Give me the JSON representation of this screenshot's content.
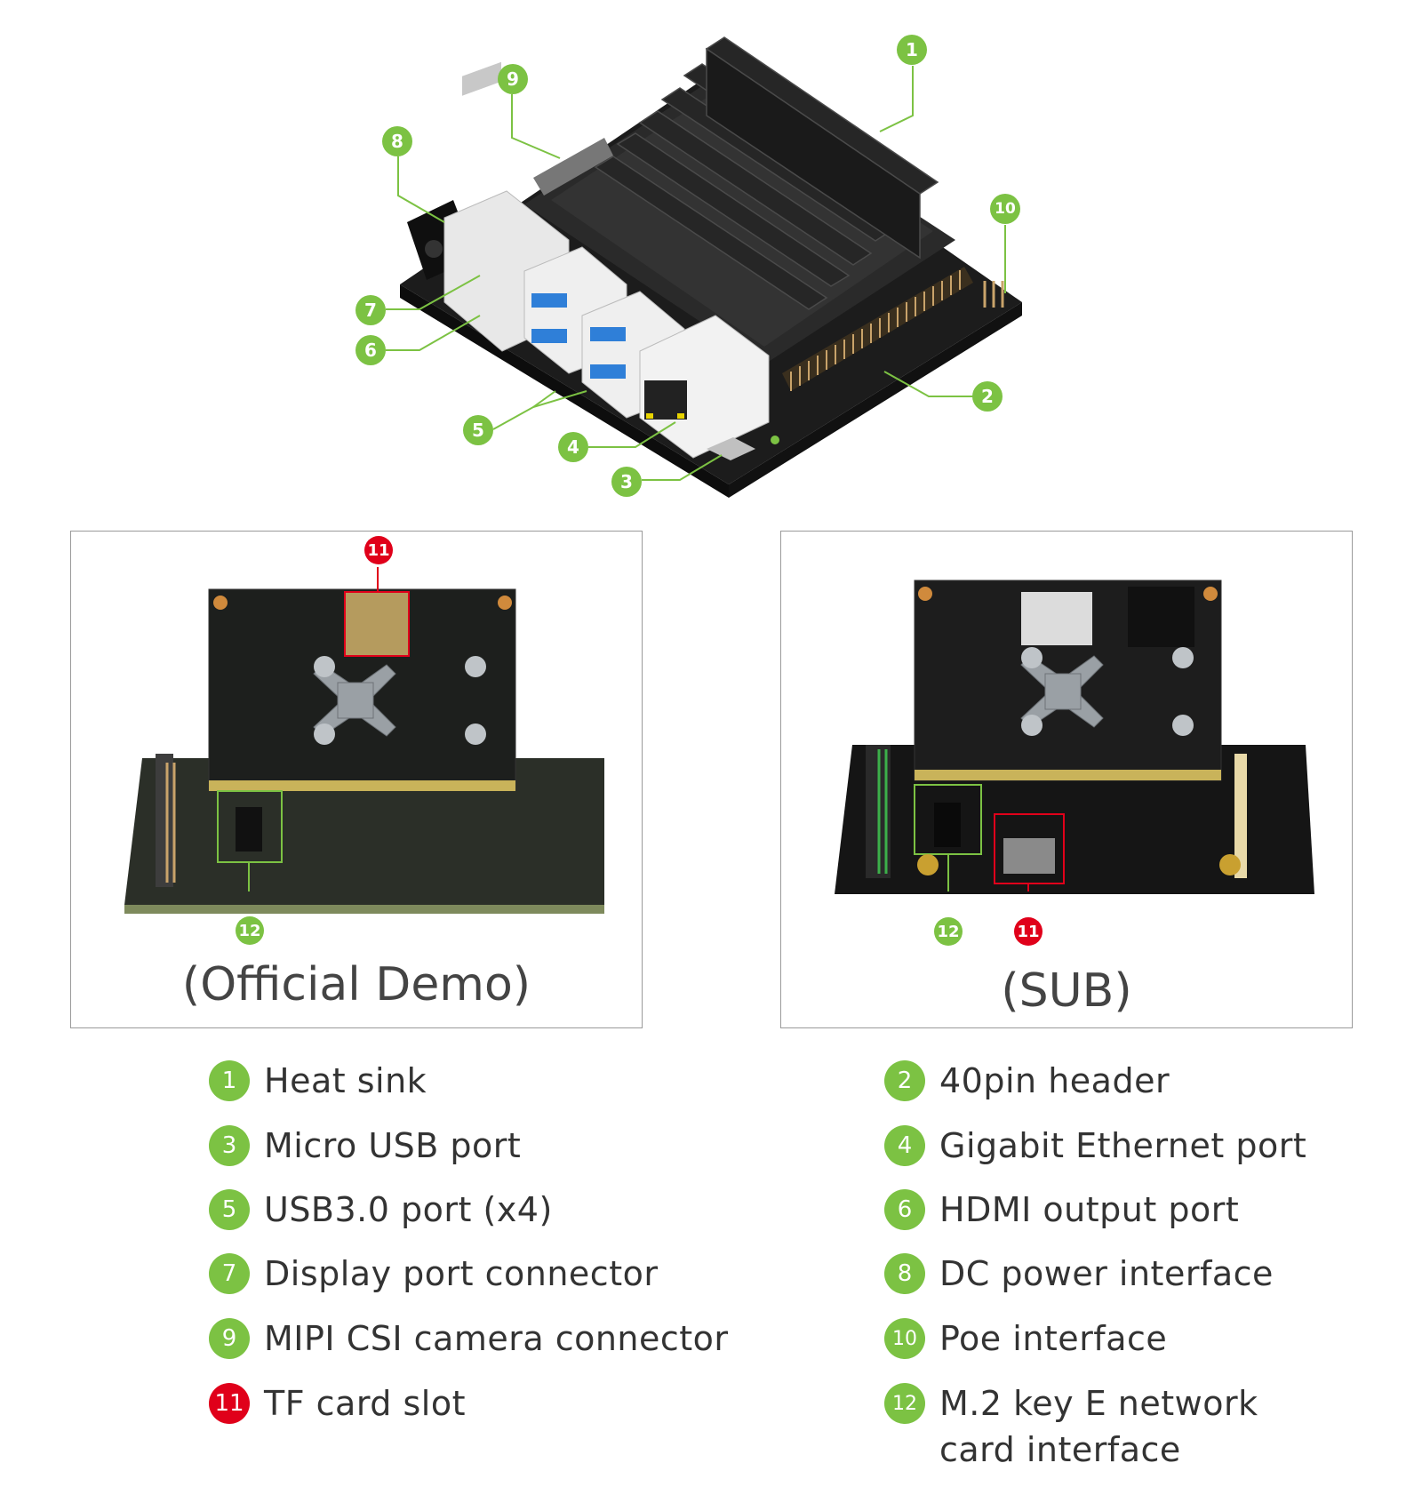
{
  "colors": {
    "green": "#7cc243",
    "red": "#e0001a",
    "text": "#333333"
  },
  "main_callouts": [
    {
      "n": "1"
    },
    {
      "n": "2"
    },
    {
      "n": "3"
    },
    {
      "n": "4"
    },
    {
      "n": "5"
    },
    {
      "n": "6"
    },
    {
      "n": "7"
    },
    {
      "n": "8"
    },
    {
      "n": "9"
    },
    {
      "n": "10"
    }
  ],
  "panels": {
    "official": {
      "caption": "(Official Demo)",
      "badge_tf": "11",
      "badge_m2": "12"
    },
    "sub": {
      "caption": "(SUB)",
      "badge_tf": "11",
      "badge_m2": "12"
    }
  },
  "legend": {
    "left": [
      {
        "n": "1",
        "text": "Heat sink",
        "color": "green"
      },
      {
        "n": "3",
        "text": "Micro USB port",
        "color": "green"
      },
      {
        "n": "5",
        "text": "USB3.0 port (x4)",
        "color": "green"
      },
      {
        "n": "7",
        "text": "Display port connector",
        "color": "green"
      },
      {
        "n": "9",
        "text": "MIPI CSI camera connector",
        "color": "green"
      },
      {
        "n": "11",
        "text": "TF card slot",
        "color": "red"
      }
    ],
    "right": [
      {
        "n": "2",
        "text": "40pin header",
        "color": "green"
      },
      {
        "n": "4",
        "text": "Gigabit Ethernet port",
        "color": "green"
      },
      {
        "n": "6",
        "text": "HDMI output port",
        "color": "green"
      },
      {
        "n": "8",
        "text": "DC power interface",
        "color": "green"
      },
      {
        "n": "10",
        "text": "Poe interface",
        "color": "green"
      },
      {
        "n": "12",
        "text": "M.2 key E network card interface",
        "color": "green"
      }
    ]
  }
}
